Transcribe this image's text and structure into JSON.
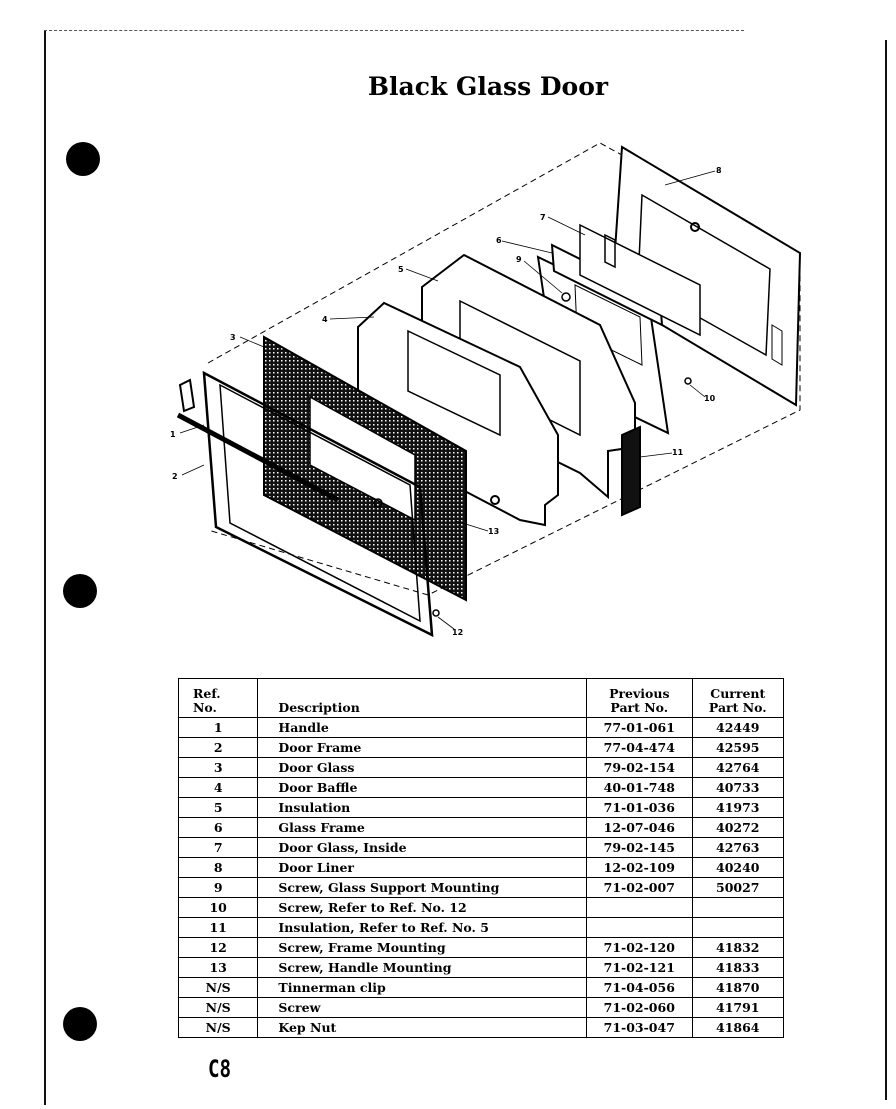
{
  "title": "Black Glass Door",
  "callouts": [
    "1",
    "2",
    "3",
    "4",
    "5",
    "6",
    "7",
    "8",
    "9",
    "10",
    "11",
    "12",
    "13"
  ],
  "table": {
    "headers": {
      "ref_line1": "Ref.",
      "ref_line2": "No.",
      "description": "Description",
      "previous_line1": "Previous",
      "previous_line2": "Part No.",
      "current_line1": "Current",
      "current_line2": "Part No."
    },
    "rows": [
      {
        "ref": "1",
        "description": "Handle",
        "previous": "77-01-061",
        "current": "42449"
      },
      {
        "ref": "2",
        "description": "Door Frame",
        "previous": "77-04-474",
        "current": "42595"
      },
      {
        "ref": "3",
        "description": "Door Glass",
        "previous": "79-02-154",
        "current": "42764"
      },
      {
        "ref": "4",
        "description": "Door Baffle",
        "previous": "40-01-748",
        "current": "40733"
      },
      {
        "ref": "5",
        "description": "Insulation",
        "previous": "71-01-036",
        "current": "41973"
      },
      {
        "ref": "6",
        "description": "Glass Frame",
        "previous": "12-07-046",
        "current": "40272"
      },
      {
        "ref": "7",
        "description": "Door Glass, Inside",
        "previous": "79-02-145",
        "current": "42763"
      },
      {
        "ref": "8",
        "description": "Door Liner",
        "previous": "12-02-109",
        "current": "40240"
      },
      {
        "ref": "9",
        "description": "Screw, Glass Support Mounting",
        "previous": "71-02-007",
        "current": "50027"
      },
      {
        "ref": "10",
        "description": "Screw, Refer to Ref. No. 12",
        "previous": "",
        "current": ""
      },
      {
        "ref": "11",
        "description": "Insulation, Refer to Ref. No. 5",
        "previous": "",
        "current": ""
      },
      {
        "ref": "12",
        "description": "Screw, Frame Mounting",
        "previous": "71-02-120",
        "current": "41832"
      },
      {
        "ref": "13",
        "description": "Screw, Handle Mounting",
        "previous": "71-02-121",
        "current": "41833"
      },
      {
        "ref": "N/S",
        "description": "Tinnerman clip",
        "previous": "71-04-056",
        "current": "41870"
      },
      {
        "ref": "N/S",
        "description": "Screw",
        "previous": "71-02-060",
        "current": "41791"
      },
      {
        "ref": "N/S",
        "description": "Kep Nut",
        "previous": "71-03-047",
        "current": "41864"
      }
    ]
  },
  "page_code": "C8"
}
